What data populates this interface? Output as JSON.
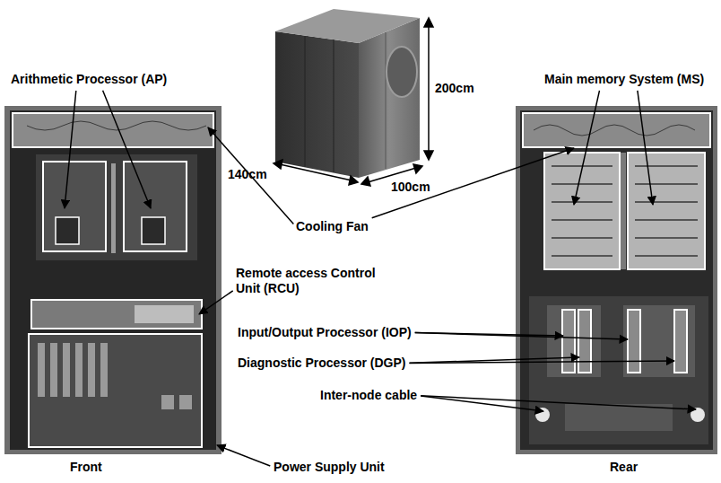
{
  "diagram": {
    "labels": [
      "Arithmetic Processor (AP)",
      "200cm",
      "Main memory System (MS)",
      "140cm",
      "100cm",
      "Cooling Fan",
      "Remote access Control Unit (RCU)",
      "Input/Output Processor (IOP)",
      "Diagnostic Processor (DGP)",
      "Inter-node cable",
      "Front",
      "Power Supply Unit",
      "Rear"
    ]
  }
}
